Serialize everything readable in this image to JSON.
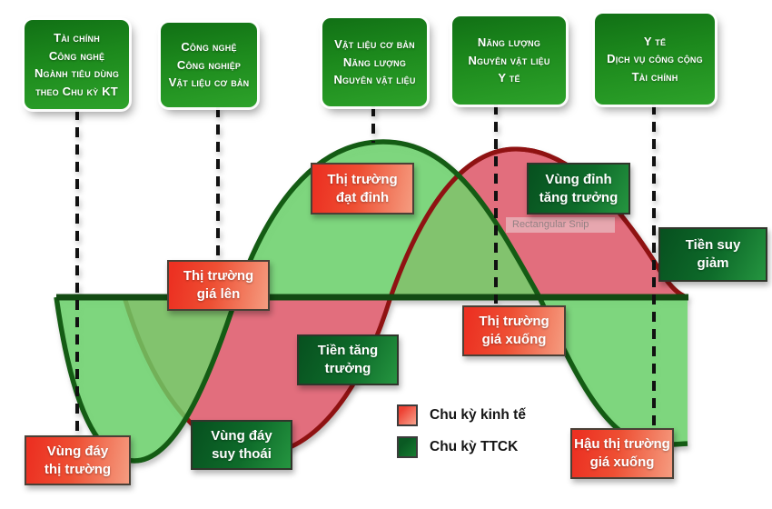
{
  "diagram": {
    "watermark": "Rectangular Snip",
    "legend": {
      "economic": "Chu kỳ kinh tế",
      "market": "Chu kỳ TTCK"
    },
    "sector_boxes": [
      {
        "lines": [
          "Tài chính",
          "Công nghệ",
          "Ngành tiêu dùng",
          "theo Chu kỳ KT"
        ]
      },
      {
        "lines": [
          "Công nghệ",
          "Công nghiệp",
          "Vật liệu cơ bản"
        ]
      },
      {
        "lines": [
          "Vật liệu cơ bản",
          "Năng lượng",
          "Nguyên vật liệu"
        ]
      },
      {
        "lines": [
          "Năng lượng",
          "Nguyên vật liệu",
          "Y tế"
        ]
      },
      {
        "lines": [
          "Y tế",
          "Dịch vụ công cộng",
          "Tài chính"
        ]
      }
    ],
    "phase_labels": {
      "market_peak": [
        "Thị trường",
        "đạt đỉnh"
      ],
      "growth_peak": [
        "Vùng đỉnh",
        "tăng trưởng"
      ],
      "money_decline": [
        "Tiền suy",
        "giảm"
      ],
      "bull_market": [
        "Thị trường",
        "giá lên"
      ],
      "bear_market": [
        "Thị trường",
        "giá xuống"
      ],
      "money_growth": [
        "Tiền tăng",
        "trưởng"
      ],
      "recession_bottom": [
        "Vùng đáy",
        "suy thoái"
      ],
      "market_bottom": [
        "Vùng đáy",
        "thị trường"
      ],
      "post_bear": [
        "Hậu thị trường",
        "giá xuống"
      ]
    },
    "colors": {
      "economic_cycle_fill": "#e26e7d",
      "economic_cycle_stroke": "#8f1212",
      "market_cycle_fill": "#90e890",
      "market_cycle_stroke": "#145c14",
      "baseline": "#134a13"
    }
  }
}
